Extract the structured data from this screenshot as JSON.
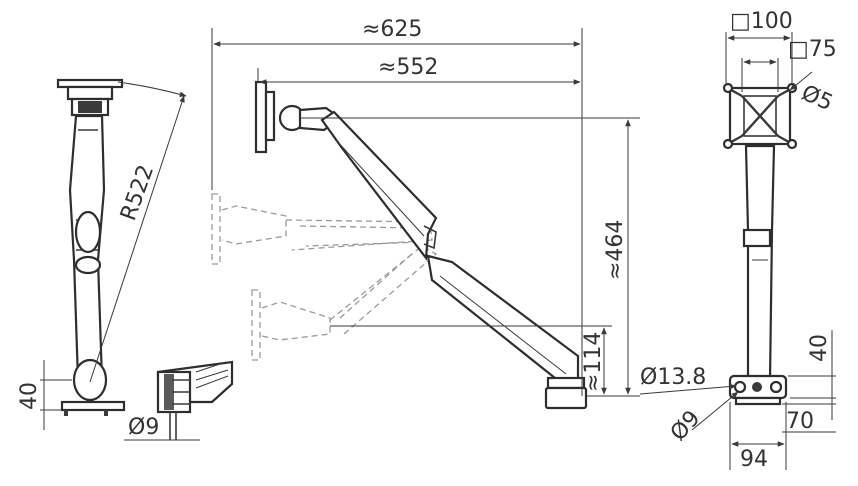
{
  "colors": {
    "line": "#3a3a3a",
    "text": "#333333",
    "ghost": "#9a9a9a",
    "background": "#ffffff"
  },
  "dimensions": {
    "total_reach": "≈625",
    "arm_reach": "≈552",
    "height": "≈464",
    "low_offset": "≈114",
    "radius": "R522",
    "base_height_side": "40",
    "bolt_diameter": "Ø9",
    "vesa_outer": "□100",
    "vesa_inner": "□75",
    "vesa_hole": "Ø5",
    "clamp_hole": "Ø13.8",
    "clamp_bolt": "Ø9",
    "base_height_back": "40",
    "base_depth": "70",
    "base_width": "94"
  }
}
